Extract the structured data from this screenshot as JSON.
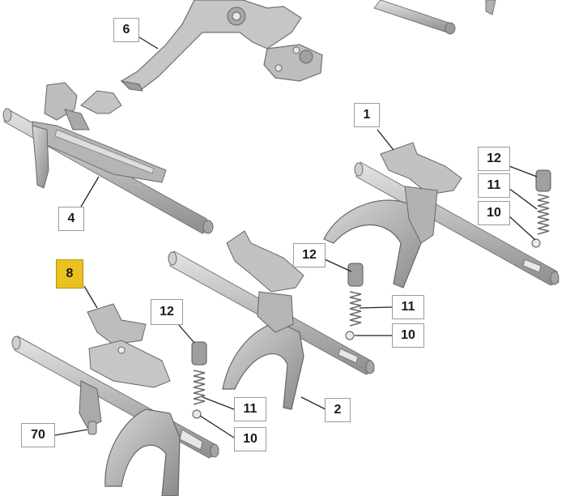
{
  "colors": {
    "highlight": "#e9c21f",
    "part_light": "#d6d6d6",
    "part_mid": "#a9a9a9",
    "part_dark": "#777777",
    "leader": "#222222"
  },
  "callouts": {
    "c6": "6",
    "c1": "1",
    "c4": "4",
    "c12a": "12",
    "c11a": "11",
    "c10a": "10",
    "c12b": "12",
    "c11b": "11",
    "c10b": "10",
    "c8": "8",
    "c12c": "12",
    "c11c": "11",
    "c10c": "10",
    "c2": "2",
    "c70": "70"
  },
  "highlighted_part": "8"
}
